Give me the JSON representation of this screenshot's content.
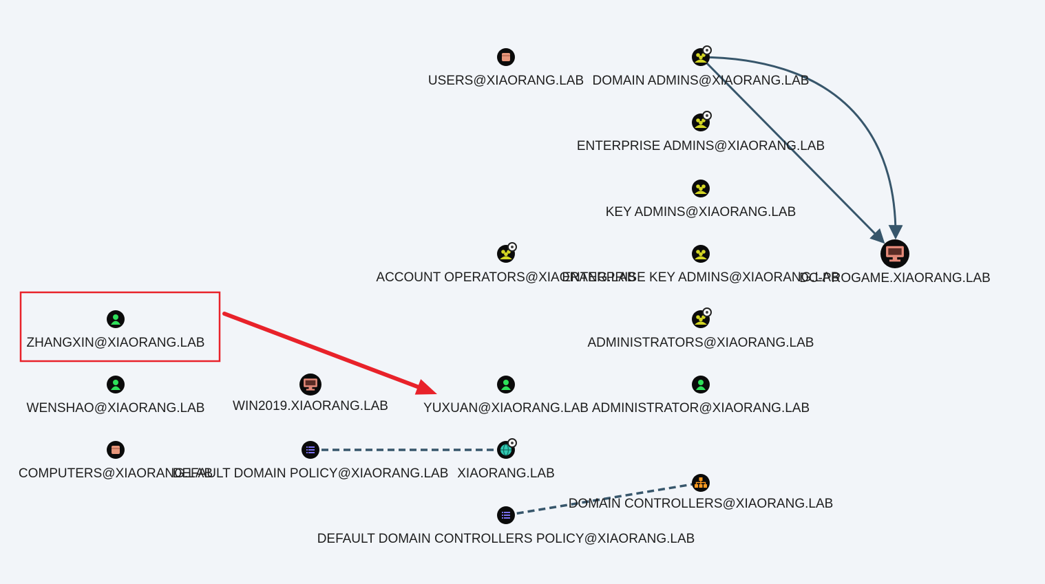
{
  "colors": {
    "background": "#f2f5f9",
    "edge": "#7a8d9c",
    "edge_dark": "#37566b",
    "label": "#1e1e1e",
    "annotation_red": "#e8222a",
    "user": "#2ee05a",
    "group": "#d4d624",
    "computer": "#e58a79",
    "ou": "#ff9a1f",
    "gpo": "#7b6ff0",
    "domain": "#33c9b3",
    "container": "#e7967a",
    "node_ring": "#0b0b0b"
  },
  "nodes": [
    {
      "id": "users",
      "kind": "container",
      "icon": "container-icon",
      "label": "USERS@XIAORANG.LAB",
      "owned": false
    },
    {
      "id": "domadmins",
      "kind": "group",
      "icon": "group-icon",
      "label": "DOMAIN ADMINS@XIAORANG.LAB",
      "owned": true
    },
    {
      "id": "entadmins",
      "kind": "group",
      "icon": "group-icon",
      "label": "ENTERPRISE ADMINS@XIAORANG.LAB",
      "owned": true
    },
    {
      "id": "keyadmins",
      "kind": "group",
      "icon": "group-icon",
      "label": "KEY ADMINS@XIAORANG.LAB",
      "owned": false
    },
    {
      "id": "acctops",
      "kind": "group",
      "icon": "group-icon",
      "label": "ACCOUNT OPERATORS@XIAORANG.LAB",
      "owned": true
    },
    {
      "id": "entkeyadmins",
      "kind": "group",
      "icon": "group-icon",
      "label": "ENTERPRISE KEY ADMINS@XIAORANG.LAB",
      "owned": false
    },
    {
      "id": "dc",
      "kind": "computer",
      "icon": "computer-icon",
      "label": "DC-PROGAME.XIAORANG.LAB",
      "owned": false
    },
    {
      "id": "admins",
      "kind": "group",
      "icon": "group-icon",
      "label": "ADMINISTRATORS@XIAORANG.LAB",
      "owned": true
    },
    {
      "id": "zhangxin",
      "kind": "user",
      "icon": "user-icon",
      "label": "ZHANGXIN@XIAORANG.LAB",
      "owned": false
    },
    {
      "id": "wenshao",
      "kind": "user",
      "icon": "user-icon",
      "label": "WENSHAO@XIAORANG.LAB",
      "owned": false
    },
    {
      "id": "win2019",
      "kind": "computer",
      "icon": "computer-icon",
      "label": "WIN2019.XIAORANG.LAB",
      "owned": false
    },
    {
      "id": "yuxuan",
      "kind": "user",
      "icon": "user-icon",
      "label": "YUXUAN@XIAORANG.LAB",
      "owned": false
    },
    {
      "id": "administrator",
      "kind": "user",
      "icon": "user-icon",
      "label": "ADMINISTRATOR@XIAORANG.LAB",
      "owned": false
    },
    {
      "id": "computers",
      "kind": "container",
      "icon": "container-icon",
      "label": "COMPUTERS@XIAORANG.LAB",
      "owned": false
    },
    {
      "id": "ddp",
      "kind": "gpo",
      "icon": "gpo-icon",
      "label": "DEFAULT DOMAIN POLICY@XIAORANG.LAB",
      "owned": false
    },
    {
      "id": "domain",
      "kind": "domain",
      "icon": "domain-icon",
      "label": "XIAORANG.LAB",
      "owned": true
    },
    {
      "id": "dcou",
      "kind": "ou",
      "icon": "ou-icon",
      "label": "DOMAIN CONTROLLERS@XIAORANG.LAB",
      "owned": false
    },
    {
      "id": "ddcp",
      "kind": "gpo",
      "icon": "gpo-icon",
      "label": "DEFAULT DOMAIN CONTROLLERS POLICY@XIAORANG.LAB",
      "owned": false
    }
  ],
  "edges": [
    {
      "from": "users",
      "to": "domadmins",
      "style": "taper"
    },
    {
      "from": "domadmins",
      "to": "dc",
      "style": "arrow-curve"
    },
    {
      "from": "domadmins",
      "to": "dc",
      "style": "arrow"
    },
    {
      "from": "entadmins",
      "to": "dc",
      "style": "taper"
    },
    {
      "from": "keyadmins",
      "to": "dc",
      "style": "taper"
    },
    {
      "from": "acctops",
      "to": "entkeyadmins",
      "style": "taper"
    },
    {
      "from": "entkeyadmins",
      "to": "dc",
      "style": "taper"
    },
    {
      "from": "admins",
      "to": "dc",
      "style": "taper"
    },
    {
      "from": "zhangxin",
      "to": "win2019",
      "style": "taper"
    },
    {
      "from": "wenshao",
      "to": "win2019",
      "style": "taper"
    },
    {
      "from": "computers",
      "to": "win2019",
      "style": "taper"
    },
    {
      "from": "win2019",
      "to": "yuxuan",
      "style": "taper"
    },
    {
      "from": "yuxuan",
      "to": "administrator",
      "style": "taper"
    },
    {
      "from": "administrator",
      "to": "dc",
      "style": "taper"
    },
    {
      "from": "ddp",
      "to": "domain",
      "style": "dashed"
    },
    {
      "from": "domain",
      "to": "dcou",
      "style": "taper"
    },
    {
      "from": "dcou",
      "to": "dc",
      "style": "taper"
    },
    {
      "from": "ddcp",
      "to": "dcou",
      "style": "dashed"
    }
  ],
  "annotations": {
    "highlight_box": {
      "target": "zhangxin"
    },
    "arrow": {
      "from": "zhangxin",
      "to": "yuxuan"
    }
  }
}
